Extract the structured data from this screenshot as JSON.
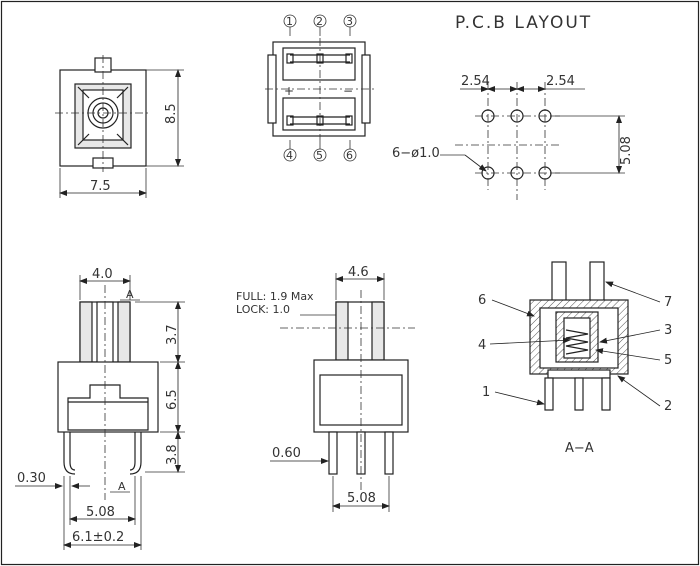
{
  "title": "P.C.B LAYOUT",
  "top_view": {
    "width": "7.5",
    "height": "8.5"
  },
  "pin_view": {
    "pins_top": [
      "1",
      "2",
      "3"
    ],
    "pins_bottom": [
      "4",
      "5",
      "6"
    ],
    "plus": "+",
    "minus": "−"
  },
  "pcb": {
    "pitch_left": "2.54",
    "pitch_right": "2.54",
    "row_spacing": "5.08",
    "holes": "6−ø1.0"
  },
  "front_view": {
    "top_width": "4.0",
    "marker_top": "A",
    "marker_bottom": "A",
    "h1": "3.7",
    "h2": "6.5",
    "h3": "3.8",
    "pin_thickness": "0.30",
    "pin_pitch": "5.08",
    "total_width": "6.1±0.2"
  },
  "side_view": {
    "top_width": "4.6",
    "full_label": "FULL: 1.9 Max",
    "lock_label": "LOCK: 1.0",
    "pin_width": "0.60",
    "pin_pitch": "5.08"
  },
  "section_view": {
    "callouts": [
      "1",
      "2",
      "3",
      "4",
      "5",
      "6",
      "7"
    ],
    "caption": "A−A"
  }
}
